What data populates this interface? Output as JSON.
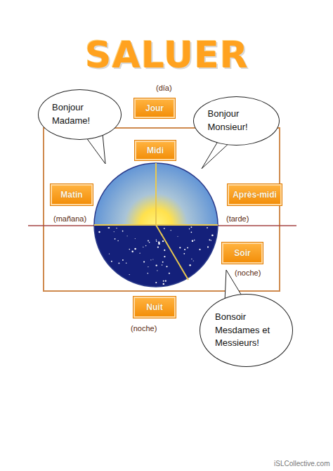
{
  "diagram": {
    "title": "SALUER",
    "nodes": [
      {
        "text": [
          "Jour"
        ]
      },
      {
        "text": [
          "Bonjour Madame!"
        ]
      },
      {
        "text": [
          "Bonjour Monsieur!"
        ]
      },
      {
        "text": [
          "Midi"
        ]
      },
      {
        "text": [
          "Matin"
        ]
      },
      {
        "text": [
          "Après-midi"
        ]
      },
      {
        "text": [
          "Soir"
        ]
      },
      {
        "text": [
          "Nuit"
        ]
      },
      {
        "text": [
          "Bonsoir Mesdames et Messieurs!"
        ]
      }
    ],
    "labels": [
      "(día)",
      "(mañana)",
      "(tarde)",
      "(noche)",
      "(noche)",
      "iSLCollective.com"
    ]
  }
}
